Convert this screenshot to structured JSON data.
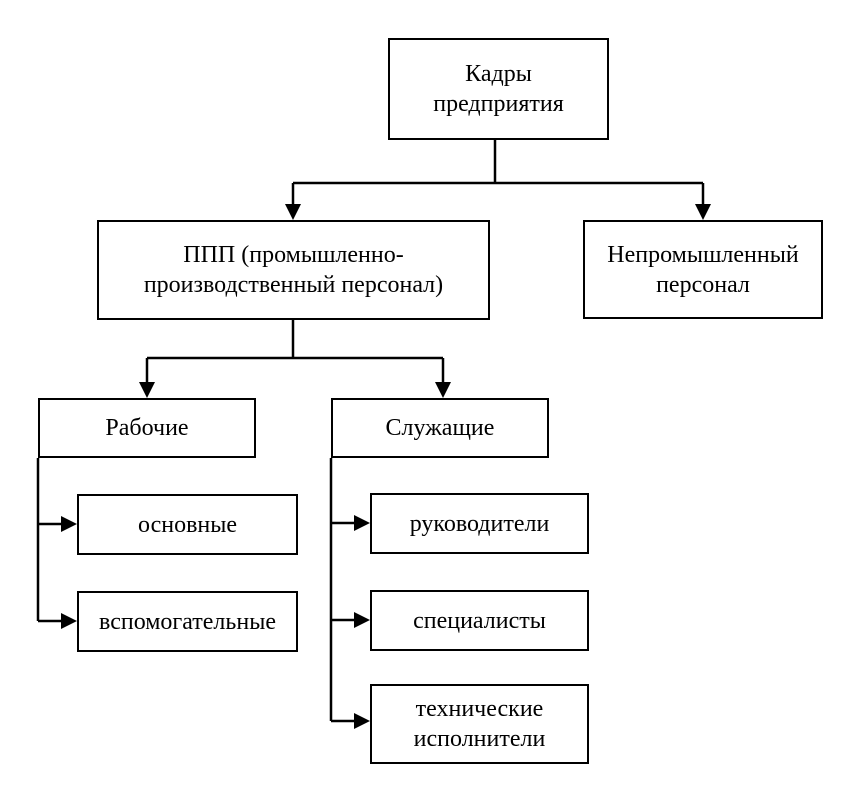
{
  "nodes": {
    "root": {
      "lines": [
        "Кадры",
        "предприятия"
      ]
    },
    "ppp": {
      "lines": [
        "ППП (промышленно-",
        "производственный персонал)"
      ]
    },
    "nonind": {
      "lines": [
        "Непромышленный",
        "персонал"
      ]
    },
    "workers": {
      "lines": [
        "Рабочие"
      ]
    },
    "employees": {
      "lines": [
        "Служащие"
      ]
    },
    "main": {
      "lines": [
        "основные"
      ]
    },
    "aux": {
      "lines": [
        "вспомогательные"
      ]
    },
    "managers": {
      "lines": [
        "руководители"
      ]
    },
    "specialists": {
      "lines": [
        "специалисты"
      ]
    },
    "technical": {
      "lines": [
        "технические",
        "исполнители"
      ]
    }
  }
}
